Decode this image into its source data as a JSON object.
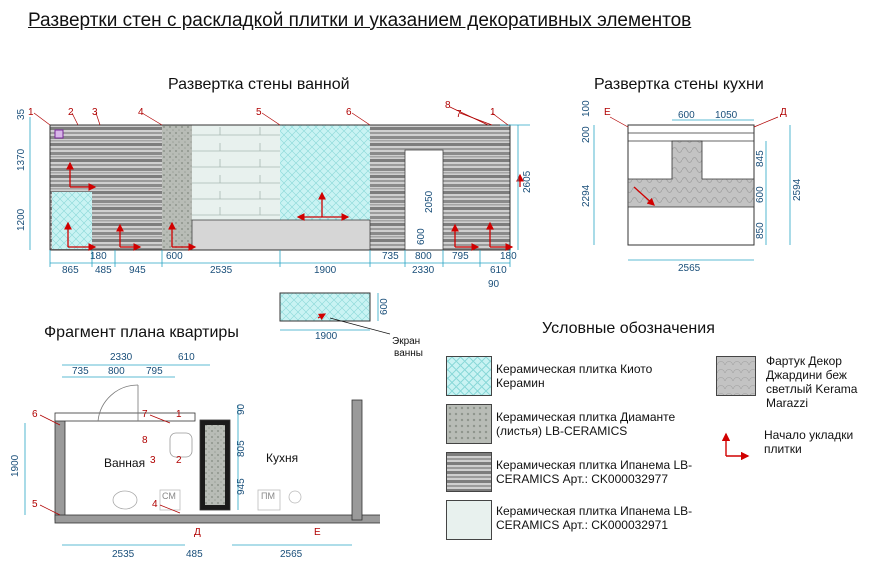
{
  "title": "Развертки стен с раскладкой плитки и указанием декоративных элементов",
  "bathroom_wall": {
    "title": "Развертка стены ванной",
    "markers": [
      "1",
      "2",
      "3",
      "4",
      "5",
      "6",
      "8",
      "7",
      "1"
    ],
    "v_dims_left": [
      "35",
      "1370",
      "1200"
    ],
    "v_dims_right": [
      "2605"
    ],
    "inner_dims": [
      "2050",
      "600"
    ],
    "bottom_dims": [
      "865",
      "485",
      "945",
      "2535",
      "1900",
      "735",
      "800",
      "795",
      "610"
    ],
    "sub_dims": [
      "180",
      "600",
      "180",
      "90"
    ]
  },
  "screen": {
    "width_label": "1900",
    "height_label": "600",
    "caption_line1": "Экран",
    "caption_line2": "ванны"
  },
  "kitchen_wall": {
    "title": "Развертка стены кухни",
    "markers": [
      "Е",
      "Д"
    ],
    "top_dims": [
      "600",
      "1050"
    ],
    "left_dims": [
      "100",
      "200",
      "2294"
    ],
    "right_dims": [
      "845",
      "600",
      "850",
      "2594"
    ],
    "bottom_dim": "2565"
  },
  "plan": {
    "title": "Фрагмент плана квартиры",
    "top_dims": [
      "2330",
      "610",
      "735",
      "800",
      "795"
    ],
    "left_dim": "1900",
    "right_dims": [
      "90",
      "805",
      "945"
    ],
    "bottom_dims": [
      "2535",
      "485",
      "2565"
    ],
    "room_bath": "Ванная",
    "room_kitchen": "Кухня",
    "sm_label": "СМ",
    "pm_label": "ПМ",
    "markers": [
      "6",
      "7",
      "1",
      "8",
      "3",
      "2",
      "5",
      "4",
      "Д",
      "Е"
    ]
  },
  "legend": {
    "title": "Условные обозначения",
    "items": [
      {
        "name": "kioto",
        "text": "Керамическая плитка Киото Керамин"
      },
      {
        "name": "diamante",
        "text": "Керамическая плитка Диаманте (листья) LB-CERAMICS"
      },
      {
        "name": "ipanema-dark",
        "text": "Керамическая плитка Ипанема LB-CERAMICS Арт.: CK000032977"
      },
      {
        "name": "ipanema-light",
        "text": "Керамическая плитка Ипанема LB-CERAMICS Арт.: CK000032971"
      },
      {
        "name": "apron",
        "text": "Фартук Декор Джардини беж светлый Kerama Marazzi"
      },
      {
        "name": "start",
        "text": "Начало укладки плитки"
      }
    ]
  },
  "colors": {
    "kioto": "#c9f3f3",
    "diamante": "#b8bcb6",
    "ipanema_dark": "#9a9a9a",
    "ipanema_light": "#e8f1ee",
    "apron": "#bfbfbf",
    "dim_line": "#27a5c4",
    "arrow": "#d10000"
  }
}
